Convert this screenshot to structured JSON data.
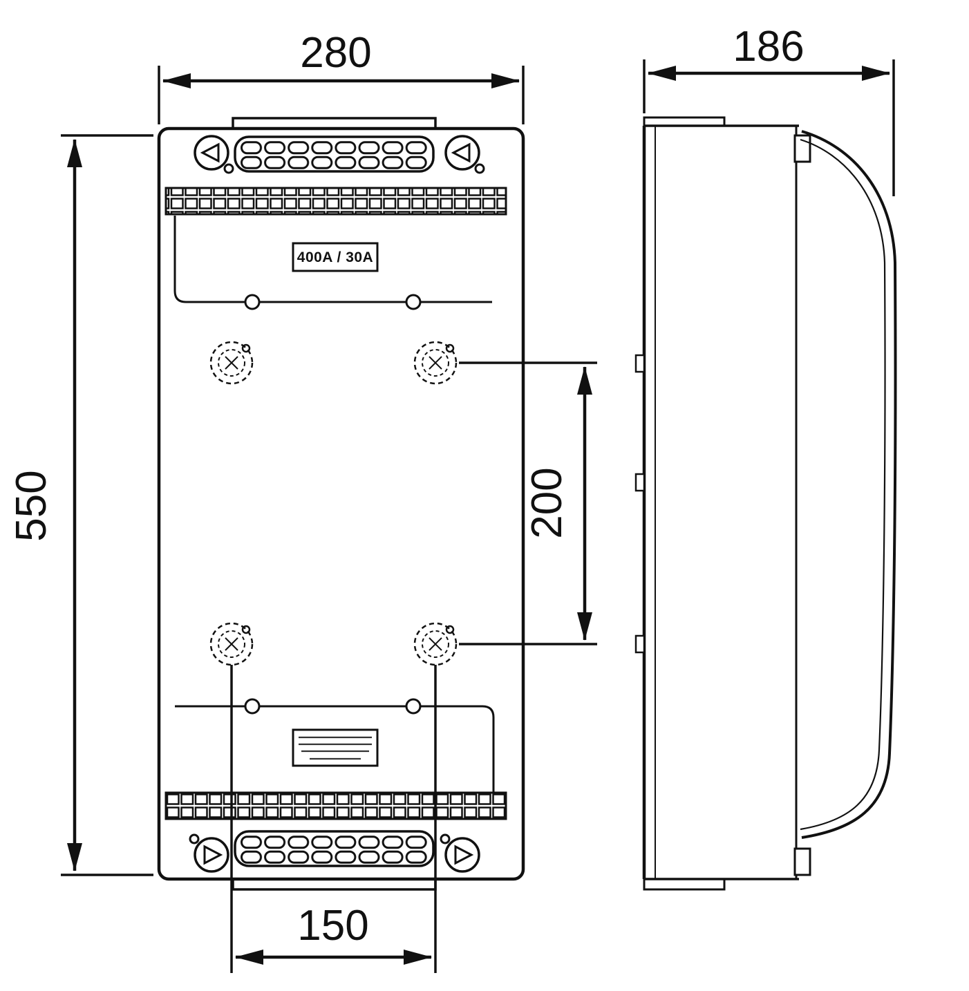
{
  "drawing": {
    "colors": {
      "ink": "#111111",
      "paper": "#ffffff"
    },
    "dimensions": {
      "width": "280",
      "depth": "186",
      "height": "550",
      "hole_spacing_vertical": "200",
      "hole_spacing_horizontal": "150"
    },
    "labels": {
      "rating_plate": "400A / 30A"
    }
  }
}
